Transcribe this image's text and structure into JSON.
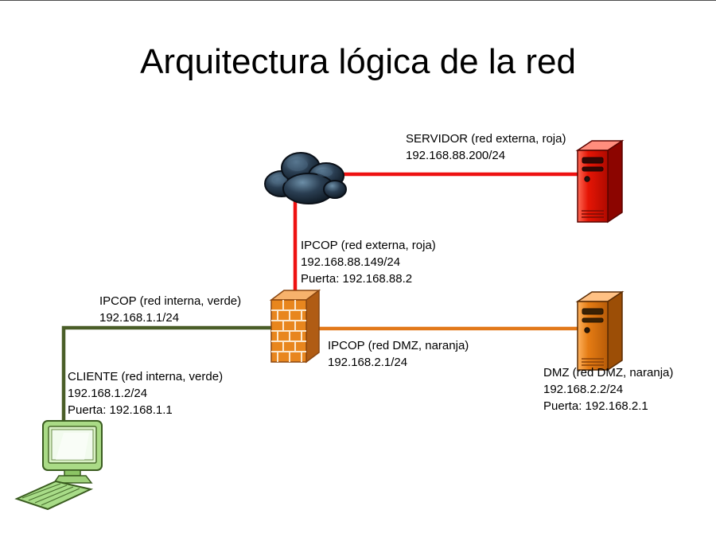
{
  "title": "Arquitectura lógica de la red",
  "labels": {
    "servidor": {
      "l1": "SERVIDOR (red externa, roja)",
      "l2": "192.168.88.200/24"
    },
    "ipcop_externa": {
      "l1": "IPCOP (red externa, roja)",
      "l2": "192.168.88.149/24",
      "l3": "Puerta: 192.168.88.2"
    },
    "ipcop_interna": {
      "l1": "IPCOP (red interna, verde)",
      "l2": "192.168.1.1/24"
    },
    "ipcop_dmz": {
      "l1": "IPCOP (red DMZ, naranja)",
      "l2": "192.168.2.1/24"
    },
    "cliente": {
      "l1": "CLIENTE (red interna, verde)",
      "l2": "192.168.1.2/24",
      "l3": "Puerta: 192.168.1.1"
    },
    "dmz": {
      "l1": "DMZ (red DMZ, naranja)",
      "l2": "192.168.2.2/24",
      "l3": "Puerta: 192.168.2.1"
    }
  },
  "colors": {
    "red_link": "#ee1111",
    "orange_link": "#e2791b",
    "green_link": "#4a5e28"
  }
}
